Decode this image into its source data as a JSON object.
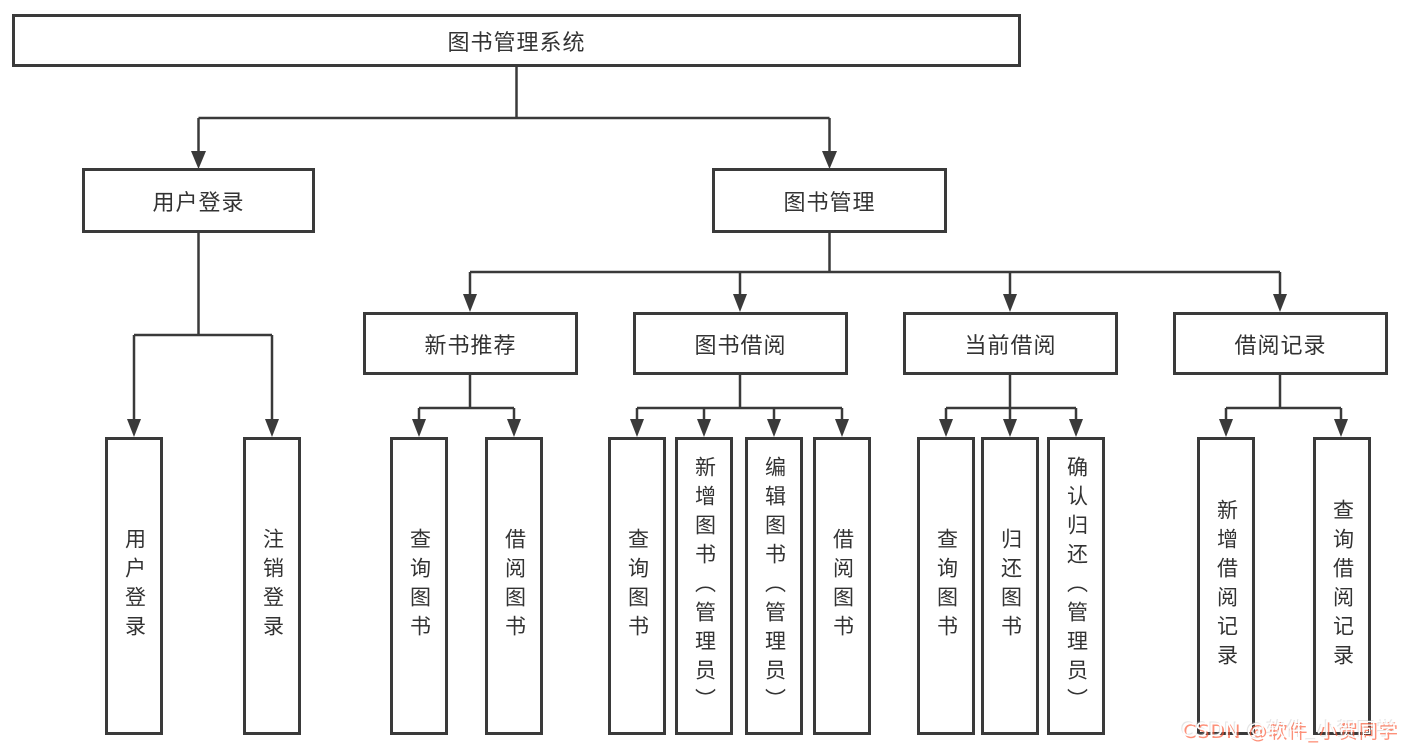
{
  "nodes": {
    "root": "图书管理系统",
    "level2": {
      "user_login": "用户登录",
      "book_mgmt": "图书管理"
    },
    "level3": {
      "new_book_rec": "新书推荐",
      "book_borrow": "图书借阅",
      "current_borrow": "当前借阅",
      "borrow_records": "借阅记录"
    },
    "leaves": {
      "user_login": [
        "用户登录",
        "注销登录"
      ],
      "new_book_rec": [
        "查询图书",
        "借阅图书"
      ],
      "book_borrow": [
        "查询图书",
        "新增图书（管理员）",
        "编辑图书（管理员）",
        "借阅图书"
      ],
      "current_borrow": [
        "查询图书",
        "归还图书",
        "确认归还（管理员）"
      ],
      "borrow_records": [
        "新增借阅记录",
        "查询借阅记录"
      ]
    }
  },
  "watermark": "CSDN @软件_小贺同学",
  "colors": {
    "line": "#3a3a3a",
    "text": "#333333",
    "background": "#ffffff",
    "watermark_text": "#fefefe",
    "watermark_shadow": "#fc5531"
  }
}
